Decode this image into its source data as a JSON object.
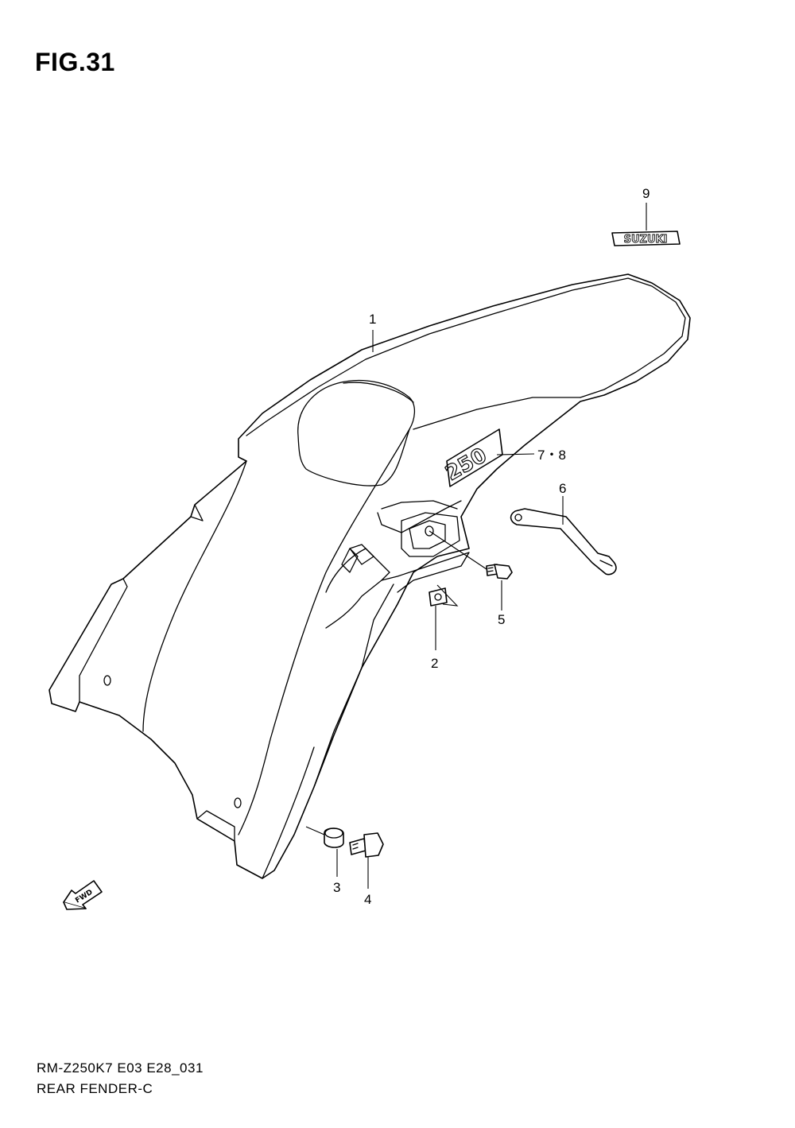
{
  "figure": {
    "title": "FIG.31",
    "model_code": "RM-Z250K7 E03 E28_031",
    "name": "REAR FENDER-C"
  },
  "callouts": {
    "c1": "1",
    "c2": "2",
    "c3": "3",
    "c4": "4",
    "c5": "5",
    "c6": "6",
    "c78": "7・8",
    "c9": "9"
  },
  "emblems": {
    "brand": "SUZUKI",
    "displacement": "250",
    "direction": "FWD"
  }
}
